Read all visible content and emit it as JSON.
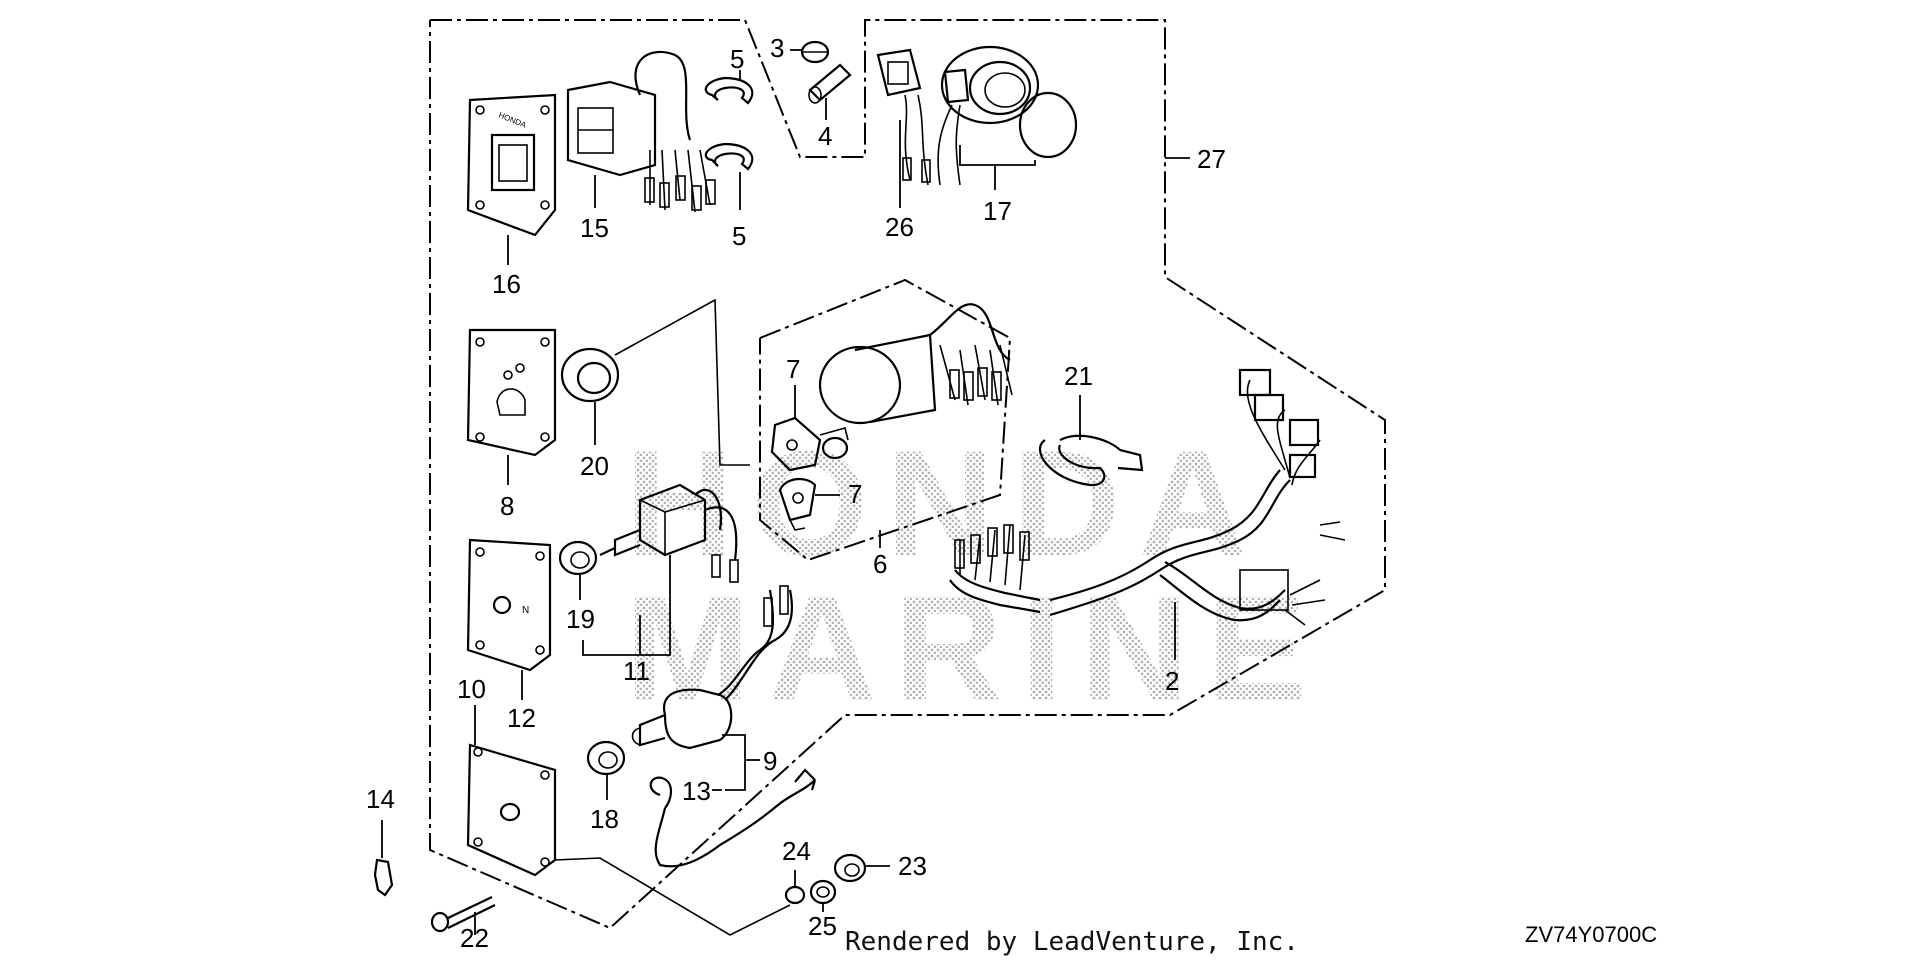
{
  "watermark": {
    "line1": "HONDA",
    "line2": "MARINE"
  },
  "credit": "Rendered by LeadVenture, Inc.",
  "diagram_code": "ZV74Y0700C",
  "callouts": {
    "c2": "2",
    "c3": "3",
    "c4": "4",
    "c5a": "5",
    "c5b": "5",
    "c6": "6",
    "c7a": "7",
    "c7b": "7",
    "c8": "8",
    "c9": "9",
    "c10": "10",
    "c11": "11",
    "c12": "12",
    "c13": "13",
    "c14": "14",
    "c15": "15",
    "c16": "16",
    "c17": "17",
    "c18": "18",
    "c19": "19",
    "c20": "20",
    "c21": "21",
    "c22": "22",
    "c23": "23",
    "c24": "24",
    "c25": "25",
    "c26": "26",
    "c27": "27"
  },
  "plate_lettering": "HONDA"
}
